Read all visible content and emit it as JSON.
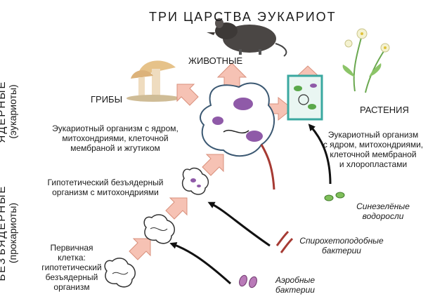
{
  "title": "ТРИ ЦАРСТВА ЭУКАРИОТ",
  "kingdoms": {
    "animals": "ЖИВОТНЫЕ",
    "fungi": "ГРИБЫ",
    "plants": "РАСТЕНИЯ"
  },
  "side_labels": {
    "nuclear": "ЯДЕРНЫЕ",
    "nuclear_sub": "(эукариоты)",
    "prenuclear": "БЕЗЪЯДЕРНЫЕ",
    "prenuclear_sub": "(прокариоты)"
  },
  "descriptions": {
    "eukaryote_l1": "Эукариотный организм с ядром,",
    "eukaryote_l2": "митохондриями, клеточной",
    "eukaryote_l3": "мембраной и жгутиком",
    "plant_l1": "Эукариотный организм",
    "plant_l2": "с ядром, митохондриями,",
    "plant_l3": "клеточной мембраной",
    "plant_l4": "и хлоропластами",
    "hypo_l1": "Гипотетический безъядерный",
    "hypo_l2": "организм с митохондриями",
    "primary_l1": "Первичная",
    "primary_l2": "клетка:",
    "primary_l3": "гипотетический",
    "primary_l4": "безъядерный",
    "primary_l5": "организм"
  },
  "bacteria": {
    "cyano_l1": "Синезелёные",
    "cyano_l2": "водоросли",
    "spiro_l1": "Спирохетоподобные",
    "spiro_l2": "бактерии",
    "aerobic_l1": "Аэробные",
    "aerobic_l2": "бактерии"
  },
  "colors": {
    "arrow_fill": "#f6c2b4",
    "arrow_stroke": "#d9907c",
    "cell_fill": "#ffffff",
    "cell_stroke": "#3b5872",
    "mito": "#8f5aa8",
    "chloro": "#5aa84a",
    "plant_border": "#3aa8a0",
    "flagellum": "#a63a33"
  }
}
